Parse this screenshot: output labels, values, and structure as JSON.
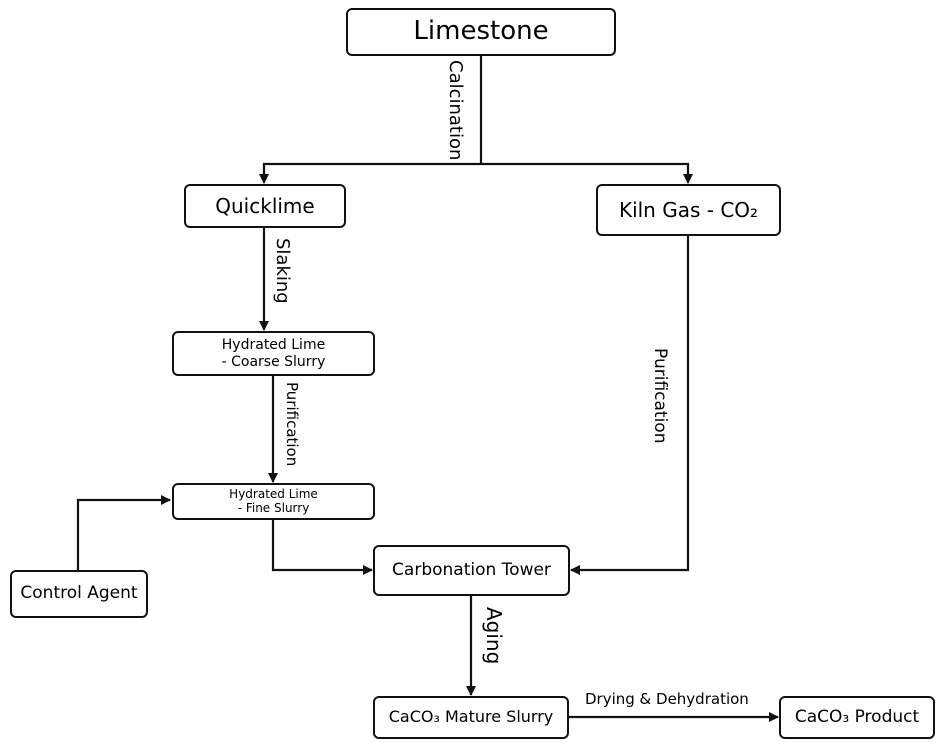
{
  "nodes": {
    "limestone": "Limestone",
    "quicklime": "Quicklime",
    "kiln_gas": "Kiln Gas - CO₂",
    "hydrated_coarse": [
      "Hydrated Lime",
      "- Coarse Slurry"
    ],
    "hydrated_fine": [
      "Hydrated Lime",
      "- Fine Slurry"
    ],
    "control_agent": "Control Agent",
    "carbonation_tower": "Carbonation Tower",
    "mature_slurry": "CaCO₃ Mature Slurry",
    "product": "CaCO₃ Product"
  },
  "edge_labels": {
    "calcination": "Calcination",
    "slaking": "Slaking",
    "purification_lime": "Purification",
    "purification_gas": "Purification",
    "aging": "Aging",
    "drying": "Drying & Dehydration"
  }
}
